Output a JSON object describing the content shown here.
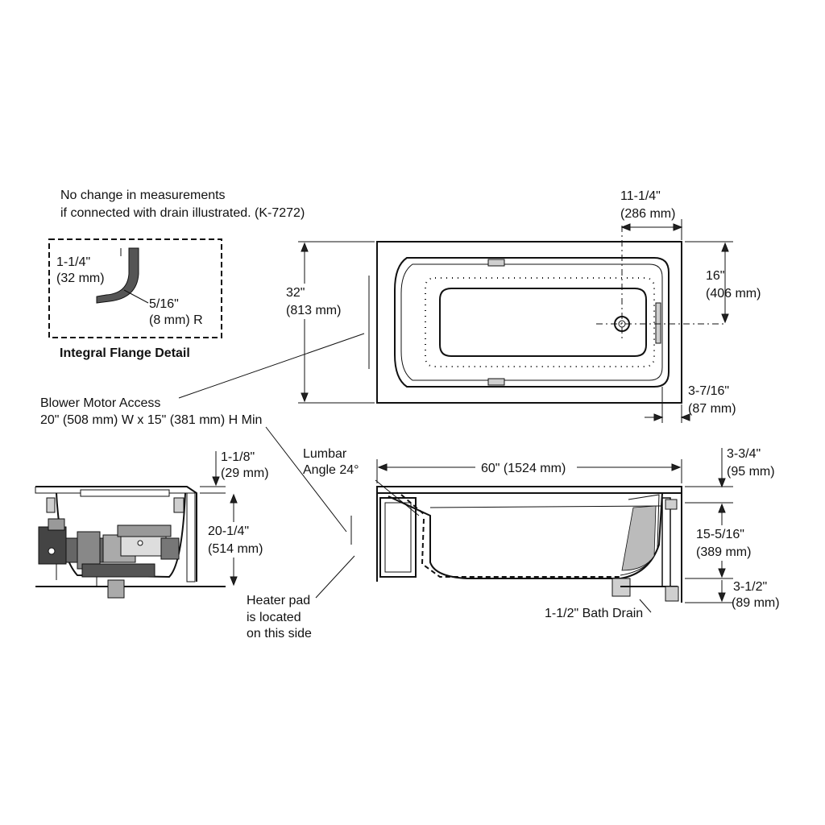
{
  "notes": {
    "line1": "No change in measurements",
    "line2": "if connected with drain illustrated. (K-7272)"
  },
  "flange_detail": {
    "title": "Integral Flange Detail",
    "height_in": "1-1/4\"",
    "height_mm": "(32 mm)",
    "radius_in": "5/16\"",
    "radius_mm": "(8 mm) R"
  },
  "blower": {
    "line1": "Blower Motor Access",
    "line2": "20\" (508 mm) W x 15\" (381 mm) H Min"
  },
  "heater": {
    "line1": "Heater pad",
    "line2": "is located",
    "line3": "on this side"
  },
  "lumbar": {
    "line1": "Lumbar",
    "line2": "Angle 24°"
  },
  "dimensions": {
    "width_32_in": "32\"",
    "width_32_mm": "(813 mm)",
    "drain_11_in": "11-1/4\"",
    "drain_11_mm": "(286 mm)",
    "drain_16_in": "16\"",
    "drain_16_mm": "(406 mm)",
    "edge_3716_in": "3-7/16\"",
    "edge_3716_mm": "(87 mm)",
    "length_60": "60\" (1524 mm)",
    "rim_334_in": "3-3/4\"",
    "rim_334_mm": "(95 mm)",
    "depth_15516_in": "15-5/16\"",
    "depth_15516_mm": "(389 mm)",
    "base_312_in": "3-1/2\"",
    "base_312_mm": "(89 mm)",
    "end_118_in": "1-1/8\"",
    "end_118_mm": "(29 mm)",
    "end_20_in": "20-1/4\"",
    "end_20_mm": "(514 mm)"
  },
  "drain_label": "1-1/2\" Bath Drain"
}
